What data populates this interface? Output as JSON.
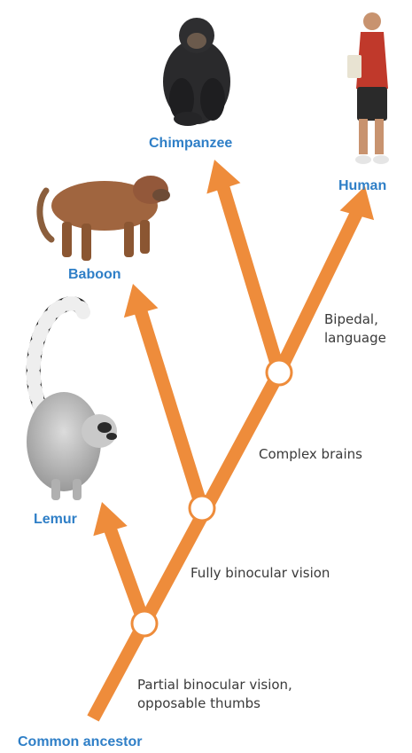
{
  "diagram": {
    "root_label": "Common ancestor",
    "species": {
      "lemur": "Lemur",
      "baboon": "Baboon",
      "chimpanzee": "Chimpanzee",
      "human": "Human"
    },
    "traits": {
      "partial": [
        "Partial binocular vision,",
        "opposable thumbs"
      ],
      "fully": [
        "Fully binocular vision"
      ],
      "complex": [
        "Complex brains"
      ],
      "bipedal": [
        "Bipedal,",
        "language"
      ]
    },
    "colors": {
      "branch": "#ee8c3b",
      "label": "#2f7fc7",
      "node_fill": "#ffffff",
      "text": "#3a3a3a"
    },
    "icons": [
      "chimpanzee-photo",
      "human-photo",
      "baboon-photo",
      "lemur-photo"
    ]
  }
}
